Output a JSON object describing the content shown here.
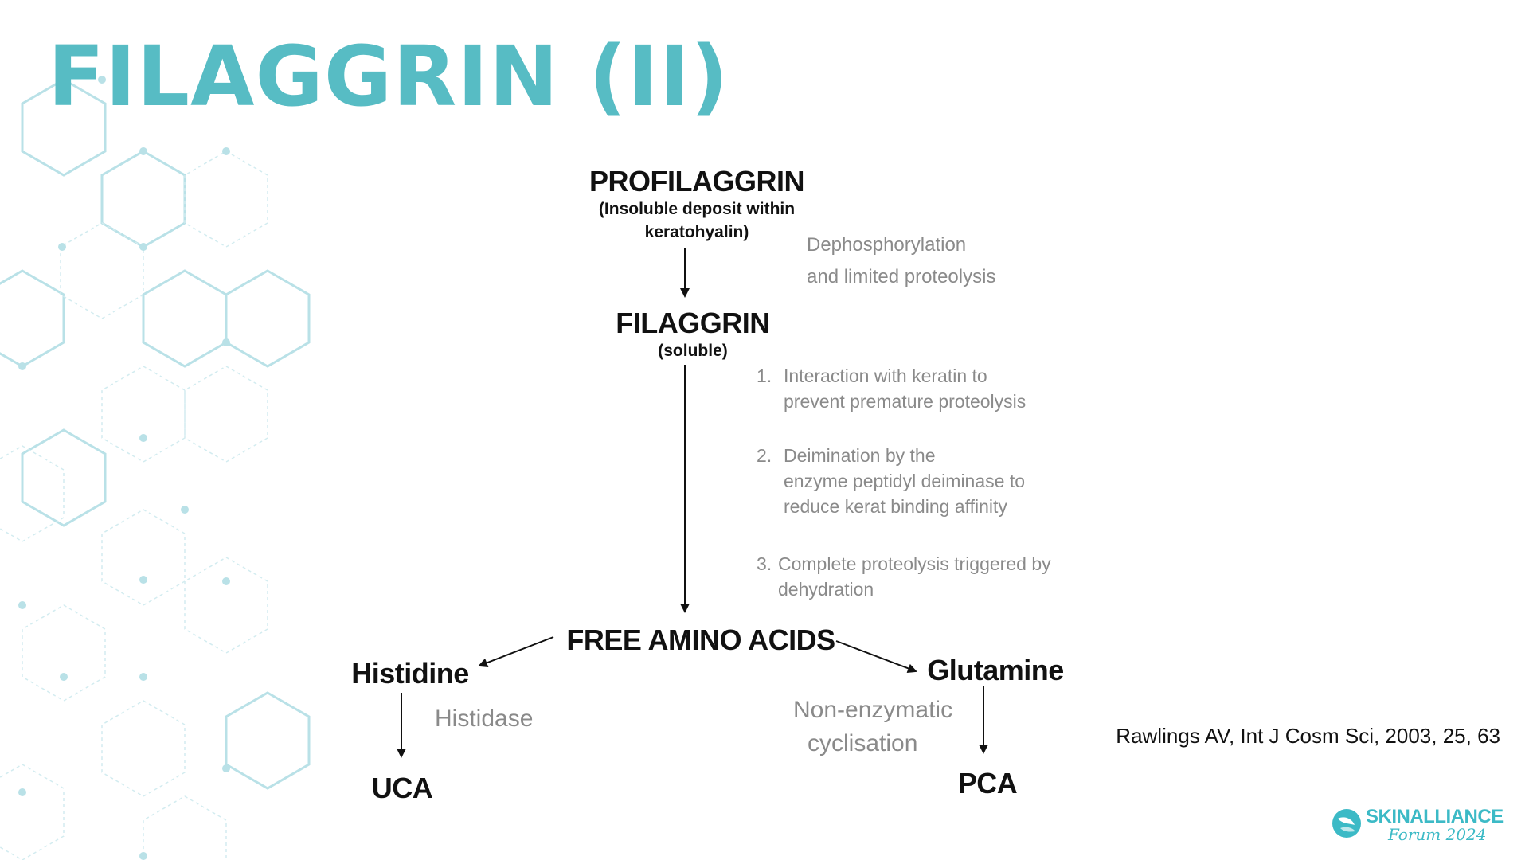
{
  "slide": {
    "title": "FILAGGRIN (II)"
  },
  "nodes": {
    "profilaggrin": {
      "label": "PROFILAGGRIN",
      "sub_line1": "(Insoluble deposit within",
      "sub_line2": "keratohyalin)"
    },
    "filaggrin": {
      "label": "FILAGGRIN",
      "sub": "(soluble)"
    },
    "free_amino_acids": {
      "label": "FREE AMINO ACIDS"
    },
    "histidine": {
      "label": "Histidine"
    },
    "glutamine": {
      "label": "Glutamine"
    },
    "uca": {
      "label": "UCA"
    },
    "pca": {
      "label": "PCA"
    }
  },
  "annotations": {
    "dephosphorylation": {
      "line1": "Dephosphorylation",
      "line2": "and limited proteolysis"
    },
    "steps": [
      {
        "number": "1.",
        "line1": "Interaction with keratin to",
        "line2": "prevent  premature proteolysis"
      },
      {
        "number": "2.",
        "line1": "Deimination by the",
        "line2": "enzyme  peptidyl deiminase to",
        "line3": "reduce  kerat binding affinity"
      },
      {
        "number": "3.",
        "line1": "Complete proteolysis triggered by",
        "line2": "dehydration"
      }
    ],
    "histidase": "Histidase",
    "cyclisation": {
      "line1": "Non-enzymatic",
      "line2": "cyclisation"
    }
  },
  "citation": "Rawlings AV, Int J Cosm Sci, 2003, 25, 63",
  "logo": {
    "brand": "SKINALLIANCE",
    "subtitle": "Forum 2024"
  },
  "colors": {
    "title": "#57bcc4",
    "node_text": "#111111",
    "annotation_text": "#8a8a8a",
    "hexagon": "#b9e1e7",
    "logo": "#3cbac6"
  }
}
